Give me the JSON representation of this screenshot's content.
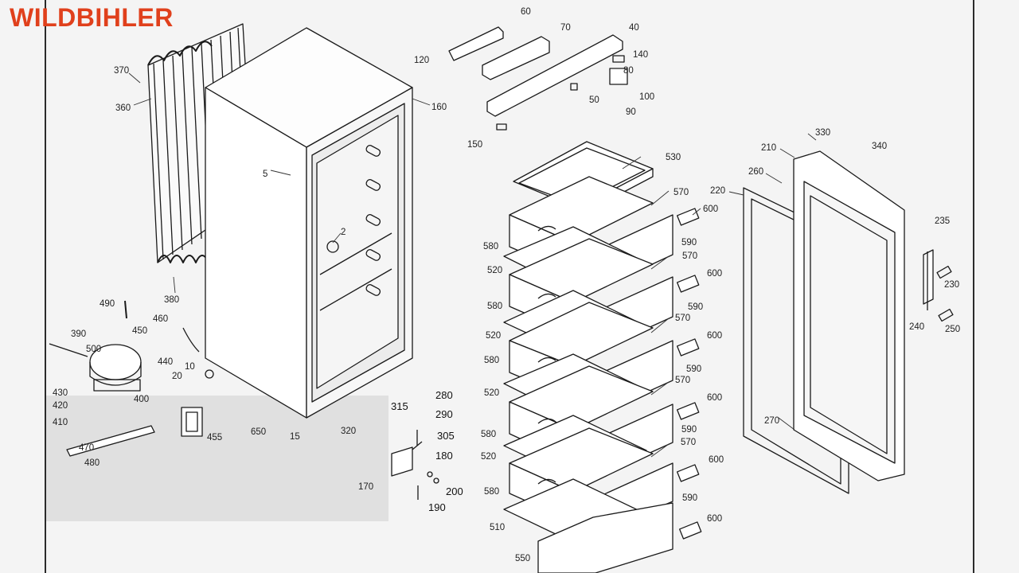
{
  "brand": {
    "name": "WILDBIHLER",
    "color": "#e0401c"
  },
  "callouts": [
    "5",
    "2",
    "10",
    "15",
    "20",
    "40",
    "50",
    "60",
    "70",
    "80",
    "90",
    "100",
    "120",
    "140",
    "150",
    "160",
    "170",
    "180",
    "190",
    "200",
    "210",
    "220",
    "230",
    "235",
    "240",
    "250",
    "260",
    "270",
    "280",
    "290",
    "305",
    "315",
    "320",
    "330",
    "340",
    "360",
    "370",
    "380",
    "390",
    "400",
    "410",
    "420",
    "430",
    "440",
    "450",
    "455",
    "460",
    "470",
    "480",
    "490",
    "500",
    "510",
    "520",
    "530",
    "550",
    "570",
    "580",
    "590",
    "600",
    "650"
  ]
}
